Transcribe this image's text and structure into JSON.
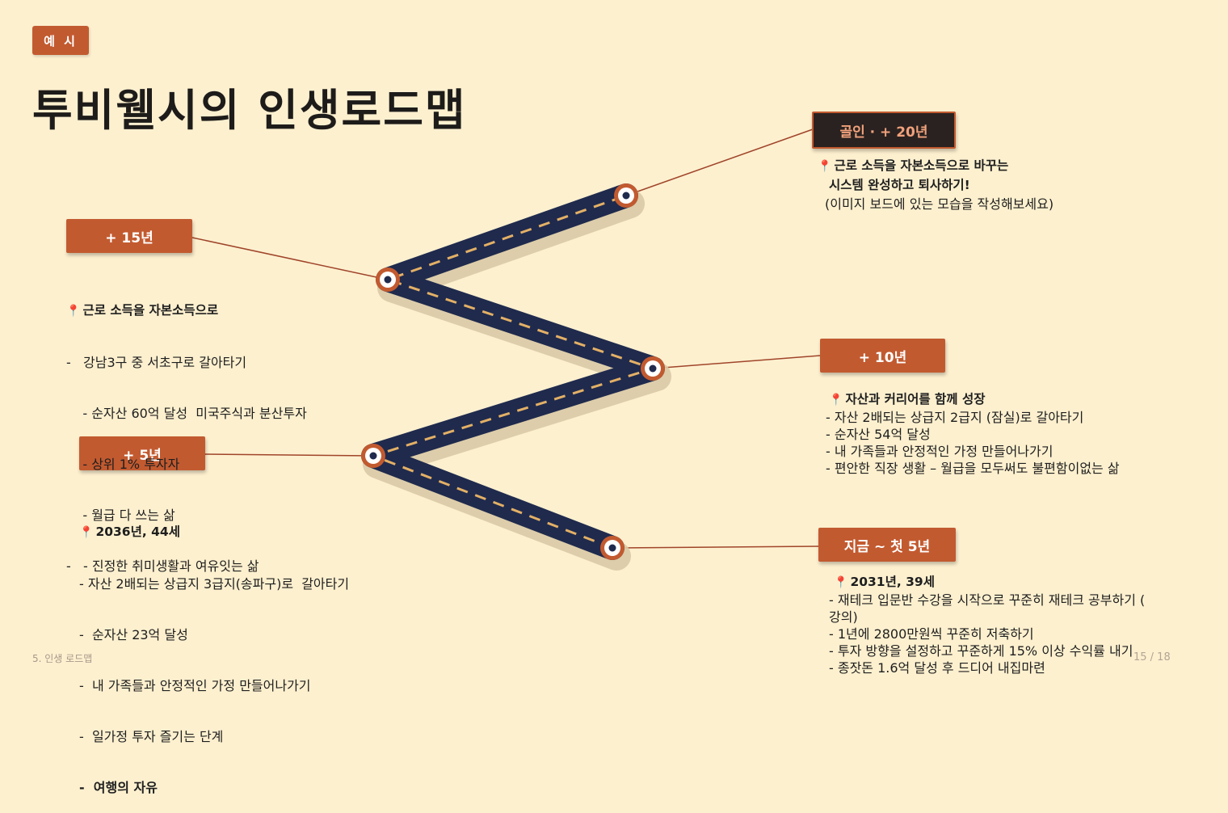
{
  "badge": "예 시",
  "title": "투비웰시의 인생로드맵",
  "milestones": {
    "m20": {
      "label": "골인 · + 20년",
      "head": "근로 소득을 자본소득으로 바꾸는",
      "lines": [
        "시스템 완성하고 퇴사하기!",
        "(이미지 보드에 있는 모습을 작성해보세요)"
      ]
    },
    "m15": {
      "label": "+ 15년",
      "head": "근로 소득을 자본소득으로",
      "lines": [
        "-   강남3구 중 서초구로 갈아타기",
        "    - 순자산 60억 달성  미국주식과 분산투자",
        "    - 상위 1% 투자자",
        "    - 월급 다 쓰는 삶",
        "-   - 진정한 취미생활과 여유잇는 삶"
      ]
    },
    "m10": {
      "label": "+ 10년",
      "head": "자산과 커리어를 함께 성장",
      "lines": [
        "- 자산 2배되는 상급지 2급지 (잠실)로  갈아타기",
        "- 순자산 54억 달성",
        "- 내 가족들과 안정적인 가정 만들어나가기",
        "- 편안한 직장 생활 – 월급을 모두써도 불편함이없는 삶"
      ]
    },
    "m5": {
      "label": "+ 5년",
      "head": "2036년, 44세",
      "lines": [
        "- 자산 2배되는 상급지 3급지(송파구)로  갈아타기",
        "-  순자산 23억 달성",
        "-  내 가족들과 안정적인 가정 만들어나가기",
        "-  일가정 투자 즐기는 단계"
      ],
      "bold_line": "-  여행의 자유"
    },
    "m0": {
      "label": "지금 ~ 첫 5년",
      "head": "2031년, 39세",
      "lines": [
        "- 재테크 입문반 수강을 시작으로 꾸준히 재테크 공부하기 (",
        "강의)",
        "- 1년에 2800만원씩 꾸준히 저축하기",
        "- 투자 방향을 설정하고 꾸준하게 15% 이상 수익률 내기",
        "- 종잣돈 1.6억 달성  후 드디어 내집마련"
      ]
    }
  },
  "footer": {
    "section": "5. 인생 로드맵",
    "page": "15 / 18"
  },
  "colors": {
    "accent": "#c25a30",
    "road": "#1f2a4d",
    "dash": "#e3b066",
    "background": "#fdf0cf"
  },
  "icons": {
    "pin": "map-pin-icon"
  }
}
